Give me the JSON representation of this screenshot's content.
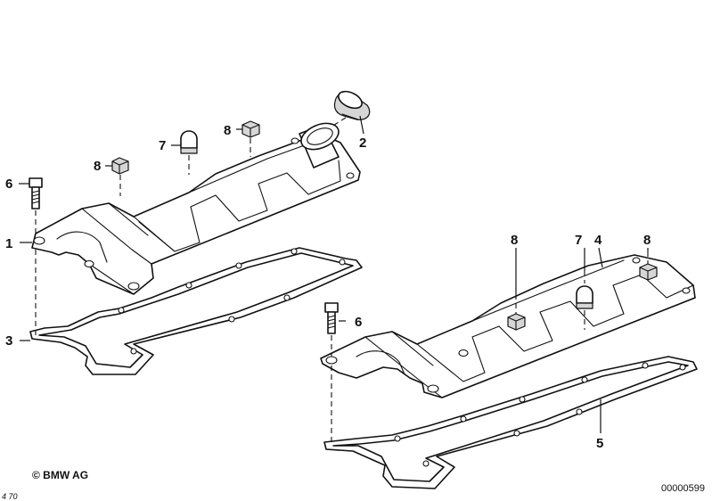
{
  "callouts": {
    "c1": "1",
    "c2": "2",
    "c3": "3",
    "c4": "4",
    "c5": "5",
    "c6_left": "6",
    "c6_right": "6",
    "c7_left": "7",
    "c7_right": "7",
    "c8_left_low": "8",
    "c8_left_high": "8",
    "c8_right_a": "8",
    "c8_right_b": "8"
  },
  "footer": {
    "copyright": "© BMW AG",
    "sheet_number": "00000599",
    "corner_code": "4 70"
  }
}
